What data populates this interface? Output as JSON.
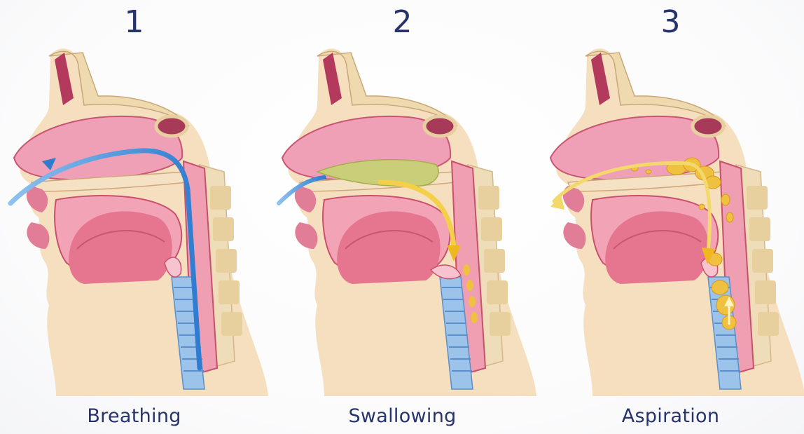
{
  "panels": [
    {
      "number": "1",
      "caption": "Breathing"
    },
    {
      "number": "2",
      "caption": "Swallowing"
    },
    {
      "number": "3",
      "caption": "Aspiration"
    }
  ],
  "colors": {
    "label": "#27336b",
    "bone": "#f1dcb6",
    "tissue_pink": "#e98aa0",
    "tissue_dark": "#c94a6b",
    "air_blue": "#4a90d9",
    "bolus_green": "#c9cf78",
    "bolus_yellow": "#f0c040"
  }
}
